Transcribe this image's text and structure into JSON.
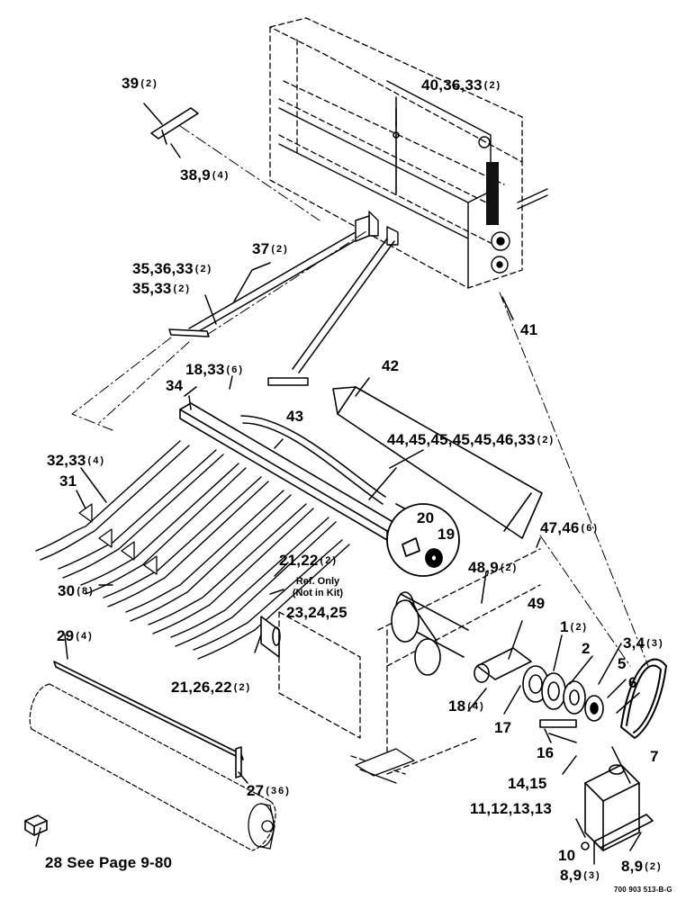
{
  "drawing_code": "700 903 513-B-G",
  "ref_note": {
    "line1": "Ref. Only",
    "line2": "(Not in Kit)"
  },
  "callouts": [
    {
      "id": "c39",
      "text": "39",
      "qty": "(2)"
    },
    {
      "id": "c40",
      "text": "40,36,33",
      "qty": "(2)"
    },
    {
      "id": "c38",
      "text": "38,9",
      "qty": "(4)"
    },
    {
      "id": "c37",
      "text": "37",
      "qty": "(2)"
    },
    {
      "id": "c35a",
      "text": "35,36,33",
      "qty": "(2)"
    },
    {
      "id": "c35b",
      "text": "35,33",
      "qty": "(2)"
    },
    {
      "id": "c41",
      "text": "41",
      "qty": ""
    },
    {
      "id": "c42",
      "text": "42",
      "qty": ""
    },
    {
      "id": "c18a",
      "text": "18,33",
      "qty": "(6)"
    },
    {
      "id": "c34",
      "text": "34",
      "qty": ""
    },
    {
      "id": "c43",
      "text": "43",
      "qty": ""
    },
    {
      "id": "c44",
      "text": "44,45,45,45,45,46,33",
      "qty": "(2)"
    },
    {
      "id": "c32",
      "text": "32,33",
      "qty": "(4)"
    },
    {
      "id": "c31",
      "text": "31",
      "qty": ""
    },
    {
      "id": "c20",
      "text": "20",
      "qty": ""
    },
    {
      "id": "c19",
      "text": "19",
      "qty": ""
    },
    {
      "id": "c47",
      "text": "47,46",
      "qty": "(6)"
    },
    {
      "id": "c21a",
      "text": "21,22",
      "qty": "(2)"
    },
    {
      "id": "c48",
      "text": "48,9",
      "qty": "(2)"
    },
    {
      "id": "c30",
      "text": "30",
      "qty": "(8)"
    },
    {
      "id": "c23",
      "text": "23,24,25",
      "qty": ""
    },
    {
      "id": "c49",
      "text": "49",
      "qty": ""
    },
    {
      "id": "c29",
      "text": "29",
      "qty": "(4)"
    },
    {
      "id": "c1",
      "text": "1",
      "qty": "(2)"
    },
    {
      "id": "c3",
      "text": "3,4",
      "qty": "(3)"
    },
    {
      "id": "c2",
      "text": "2",
      "qty": ""
    },
    {
      "id": "c5",
      "text": "5",
      "qty": ""
    },
    {
      "id": "c21b",
      "text": "21,26,22",
      "qty": "(2)"
    },
    {
      "id": "c6",
      "text": "6",
      "qty": ""
    },
    {
      "id": "c18b",
      "text": "18",
      "qty": "(4)"
    },
    {
      "id": "c17",
      "text": "17",
      "qty": ""
    },
    {
      "id": "c16",
      "text": "16",
      "qty": ""
    },
    {
      "id": "c7",
      "text": "7",
      "qty": ""
    },
    {
      "id": "c14",
      "text": "14,15",
      "qty": ""
    },
    {
      "id": "c27",
      "text": "27",
      "qty": "(36)"
    },
    {
      "id": "c11",
      "text": "11,12,13,13",
      "qty": ""
    },
    {
      "id": "c10",
      "text": "10",
      "qty": ""
    },
    {
      "id": "c8a",
      "text": "8,9",
      "qty": "(2)"
    },
    {
      "id": "c8b",
      "text": "8,9",
      "qty": "(3)"
    },
    {
      "id": "c28",
      "text": "28 See Page 9-80",
      "qty": ""
    }
  ]
}
